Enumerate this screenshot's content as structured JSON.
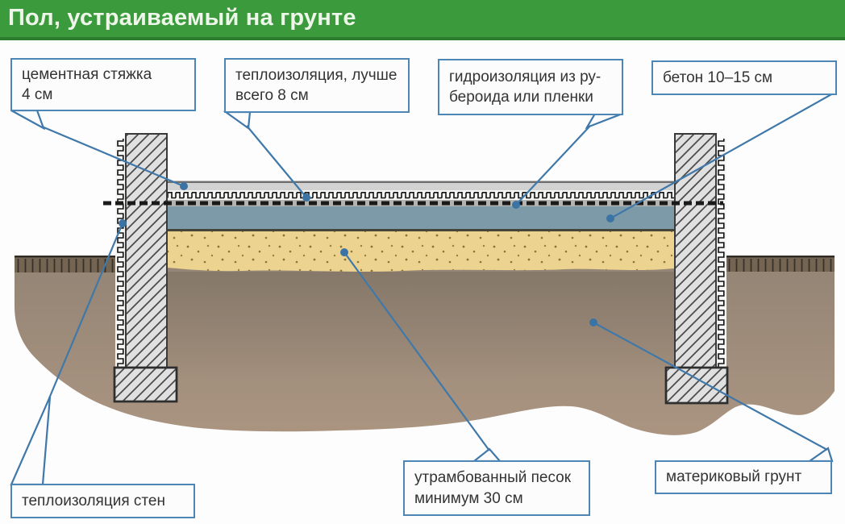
{
  "header": {
    "title": "Пол, устраиваемый на грунте"
  },
  "callouts": {
    "screed": {
      "text": "цементная стяжка\n4 см"
    },
    "insulation": {
      "text": "теплоизоляция, лучше\nвсего 8 см"
    },
    "waterproofing": {
      "text": "гидроизоляция из ру-\nбероида или пленки"
    },
    "concrete": {
      "text": "бетон 10–15 см"
    },
    "wall_insulation": {
      "text": "теплоизоляция стен"
    },
    "sand": {
      "text": "утрамбованный песок\nминимум 30 см"
    },
    "soil": {
      "text": "материковый грунт"
    }
  },
  "colors": {
    "header_green": "#3a9a3c",
    "header_green_dark": "#2b7c2d",
    "callout_border": "#4d86b5",
    "leader_line": "#3f78a9",
    "wall_fill": "#e0e0e0",
    "screed_layer": "#d2d2d2",
    "concrete_layer": "#7d9aa8",
    "sand_layer": "#ecd38f",
    "ground_top": "#938475",
    "ground_bottom": "#ab9581",
    "surface_strip": "#746553"
  }
}
